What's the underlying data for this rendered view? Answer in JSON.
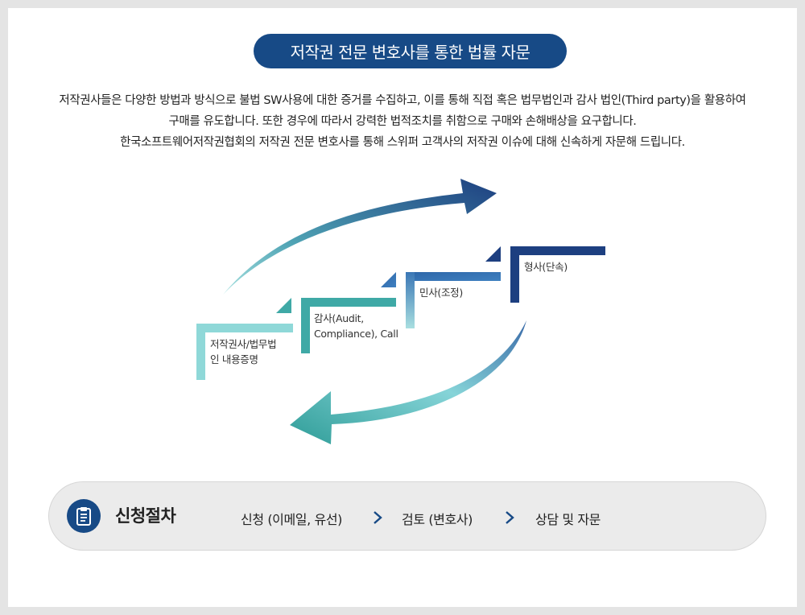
{
  "title": "저작권 전문 변호사를 통한 법률 자문",
  "description": [
    "저작권사들은 다양한 방법과 방식으로 불법 SW사용에 대한 증거를 수집하고, 이를 통해 직접 혹은 법무법인과 감사 법인(Third party)을 활용하여",
    "구매를 유도합니다. 또한 경우에 따라서 강력한 법적조치를 취함으로 구매와 손해배상을 요구합니다.",
    "한국소프트웨어저작권협회의 저작권 전문 변호사를 통해 스위퍼 고객사의 저작권 이슈에 대해 신속하게 자문해 드립니다."
  ],
  "steps": [
    {
      "line1": "저작권사/법무법",
      "line2": "인 내용증명"
    },
    {
      "line1": "감사(Audit,",
      "line2": "Compliance), Call"
    },
    {
      "line1": "민사(조정)",
      "line2": ""
    },
    {
      "line1": "형사(단속)",
      "line2": ""
    }
  ],
  "procedure": {
    "icon": "clipboard-icon",
    "title": "신청절차",
    "steps": [
      "신청 (이메일, 유선)",
      "검토 (변호사)",
      "상담 및 자문"
    ]
  },
  "colors": {
    "navy": "#174a86",
    "teal": "#3fa9a6",
    "light_teal": "#8fd8d8"
  }
}
